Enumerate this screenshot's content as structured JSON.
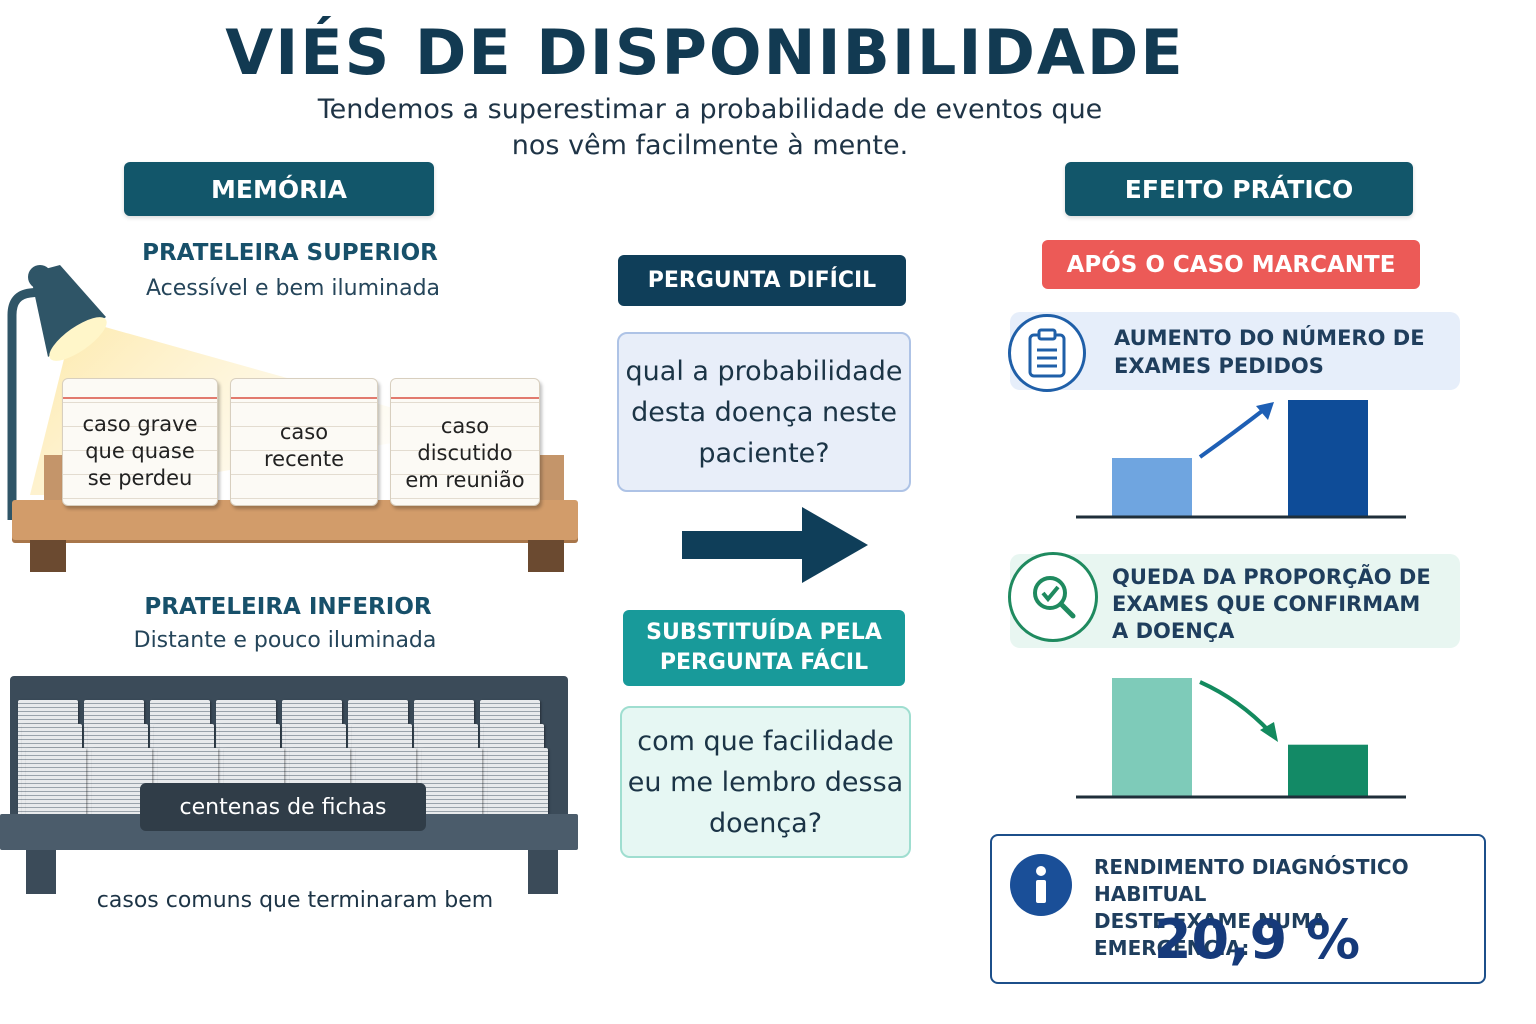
{
  "header": {
    "title": "VIÉS DE DISPONIBILIDADE",
    "subtitle_line1": "Tendemos a superestimar a probabilidade de eventos que",
    "subtitle_line2": "nos vêm facilmente à mente."
  },
  "memory": {
    "header": "MEMÓRIA",
    "top_shelf": {
      "title": "PRATELEIRA SUPERIOR",
      "subtitle": "Acessível e bem iluminada",
      "cards": [
        {
          "lines": [
            "caso grave",
            "que quase",
            "se perdeu"
          ]
        },
        {
          "lines": [
            "caso",
            "recente"
          ]
        },
        {
          "lines": [
            "caso",
            "discutido",
            "em reunião"
          ]
        }
      ]
    },
    "bottom_shelf": {
      "title": "PRATELEIRA INFERIOR",
      "subtitle": "Distante e pouco iluminada",
      "label": "centenas de fichas",
      "caption": "casos comuns que terminaram bem"
    }
  },
  "middle": {
    "hard_question_label": "PERGUNTA DIFÍCIL",
    "hard_question": [
      "qual a probabilidade",
      "desta doença neste",
      "paciente?"
    ],
    "easy_label_line1": "SUBSTITUÍDA PELA",
    "easy_label_line2": "PERGUNTA FÁCIL",
    "easy_question": [
      "com que facilidade",
      "eu me lembro dessa",
      "doença?"
    ]
  },
  "effect": {
    "header": "EFEITO PRÁTICO",
    "after_case": "APÓS O CASO MARCANTE",
    "increase": {
      "icon": "clipboard-icon",
      "line1": "AUMENTO DO NÚMERO DE",
      "line2": "EXAMES PEDIDOS",
      "chart": {
        "type": "bar",
        "values": [
          1,
          2
        ],
        "colors": [
          "#6fa5e0",
          "#0e4c98"
        ]
      }
    },
    "decrease": {
      "icon": "magnifier-check-icon",
      "line1": "QUEDA DA PROPORÇÃO DE",
      "line2": "EXAMES QUE CONFIRMAM",
      "line3": "A DOENÇA",
      "chart": {
        "type": "bar",
        "values": [
          2.3,
          1
        ],
        "colors": [
          "#7ecbb9",
          "#138a66"
        ]
      }
    },
    "info": {
      "icon": "info-icon",
      "line1": "RENDIMENTO DIAGNÓSTICO HABITUAL",
      "line2": "DESTE EXAME NUMA EMERGÊNCIA:",
      "value": "20,9 %"
    }
  },
  "colors": {
    "navy": "#0f3e59",
    "teal": "#189a9a",
    "red": "#ec5a57",
    "header_teal": "#12566a"
  }
}
